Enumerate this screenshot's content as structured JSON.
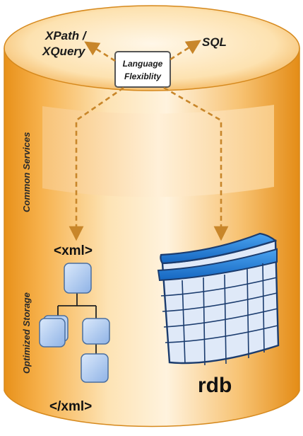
{
  "labels": {
    "xpath_line1": "XPath /",
    "xpath_line2": "XQuery",
    "sql": "SQL",
    "language_line1": "Language",
    "language_line2": "Flexiblity",
    "common_services": "Common Services",
    "optimized_storage": "Optimized Storage",
    "xml_open": "<xml>",
    "xml_close": "</xml>",
    "rdb": "rdb"
  },
  "colors": {
    "cylinder_orange": "#f0a128",
    "cylinder_light": "#fde9c4",
    "arrow": "#c8862a",
    "node_blue": "#a8c8f0",
    "table_header": "#1e7fd8",
    "table_body": "#dfe9f8"
  }
}
